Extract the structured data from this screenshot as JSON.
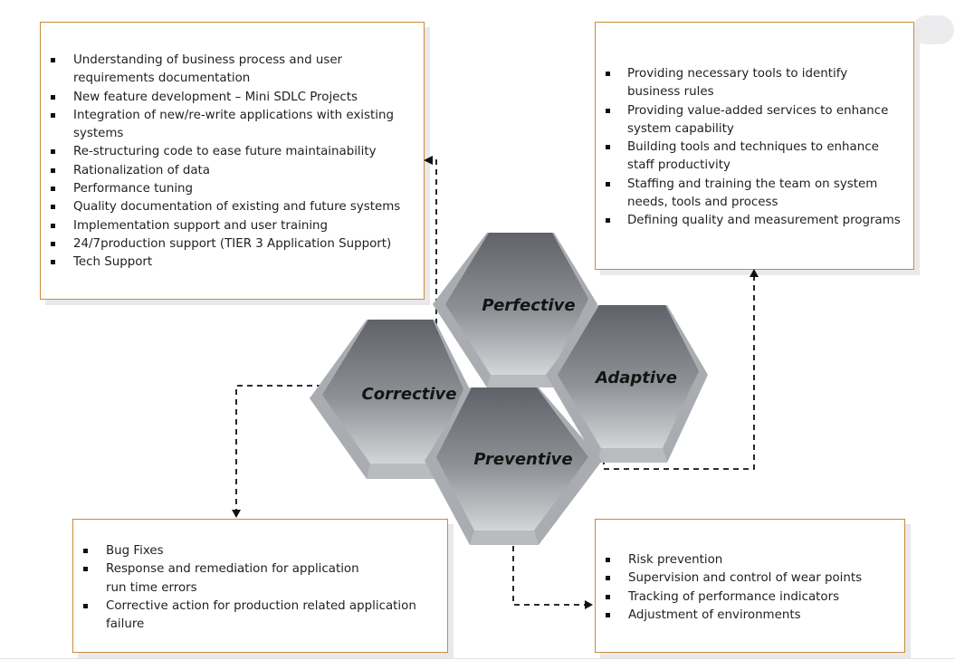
{
  "hexagons": {
    "perfective": "Perfective",
    "adaptive": "Adaptive",
    "corrective": "Corrective",
    "preventive": "Preventive"
  },
  "perfective_box": {
    "items": [
      [
        "Understanding of business process and user",
        "requirements documentation"
      ],
      [
        "New feature development – Mini SDLC Projects"
      ],
      [
        "Integration of new/re-write applications with existing",
        "systems"
      ],
      [
        "Re-structuring code to ease future maintainability"
      ],
      [
        "Rationalization of data"
      ],
      [
        "Performance tuning"
      ],
      [
        "Quality documentation of existing and future systems"
      ],
      [
        "Implementation support and user training"
      ],
      [
        "24/7production support (TIER 3 Application Support)"
      ],
      [
        "Tech Support"
      ]
    ]
  },
  "adaptive_box": {
    "items": [
      [
        "Providing necessary tools to identify",
        "business rules"
      ],
      [
        "Providing value-added services to enhance",
        "system capability"
      ],
      [
        "Building tools and techniques to enhance",
        "staff productivity"
      ],
      [
        "Staffing and training the team on system",
        "needs, tools and process"
      ],
      [
        "Defining quality and measurement programs"
      ]
    ]
  },
  "corrective_box": {
    "items": [
      [
        "Bug Fixes"
      ],
      [
        "Response and remediation for application",
        "run time errors"
      ],
      [
        "Corrective action for production related application",
        "failure"
      ]
    ]
  },
  "preventive_box": {
    "items": [
      [
        "Risk prevention"
      ],
      [
        "Supervision and control of wear points"
      ],
      [
        "Tracking of performance indicators"
      ],
      [
        "Adjustment of environments"
      ]
    ]
  },
  "colors": {
    "box_border": "#c98a3a",
    "hex_dark": "#6f7277",
    "hex_light": "#d4d6d9",
    "arrow": "#111111"
  }
}
